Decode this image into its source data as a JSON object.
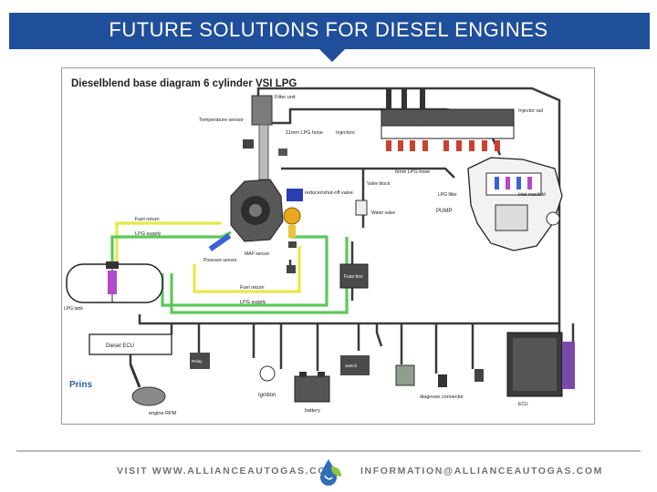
{
  "slide": {
    "title": "FUTURE SOLUTIONS FOR DIESEL ENGINES",
    "banner_color": "#1f4e9a"
  },
  "diagram": {
    "title": "Dieselblend base diagram 6 cylinder VSI LPG",
    "brand": "Prins",
    "labels": {
      "filter_unit": "Filter unit",
      "temp_sensor": "Temperature sensor",
      "lpg_hose": "11mm LPG hose",
      "lpg_hose_small": "6mm LPG hose",
      "reducer_shutoff": "reducer/shut-off valve",
      "rail": "Injector rail",
      "fuel_return": "Fuel return",
      "lpg_supply": "LPG supply",
      "map_sensor": "MAP sensor",
      "water_valve": "Water valve",
      "pressure_sensor": "Pressure sensor",
      "fuel_return_2": "Fuel return",
      "lpg_supply_2": "LPG supply",
      "diesel_ecu": "Diesel ECU",
      "ecu_box": "ECU",
      "relay": "Relay",
      "ignition": "Ignition",
      "battery": "battery",
      "fuse_box": "Fuse box",
      "switch": "Switch",
      "diagnose_connector": "diagnose connector",
      "engine_rpm": "engine RPM",
      "tank": "LPG tank",
      "valve_block": "Valve block",
      "inlet_manifold": "Inlet manifold",
      "pump": "PUMP",
      "injectors": "Injectors",
      "lpg_filter": "LPG filter"
    }
  },
  "footer": {
    "website": "VISIT WWW.ALLIANCEAUTOGAS.COM",
    "email": "INFORMATION@ALLIANCEAUTOGAS.COM"
  },
  "colors": {
    "banner": "#1f4e9a",
    "gas_line": "#e8e84a",
    "supply_line": "#5cc85a",
    "wire": "#3a3a3a",
    "footer_text": "#6f7378"
  }
}
